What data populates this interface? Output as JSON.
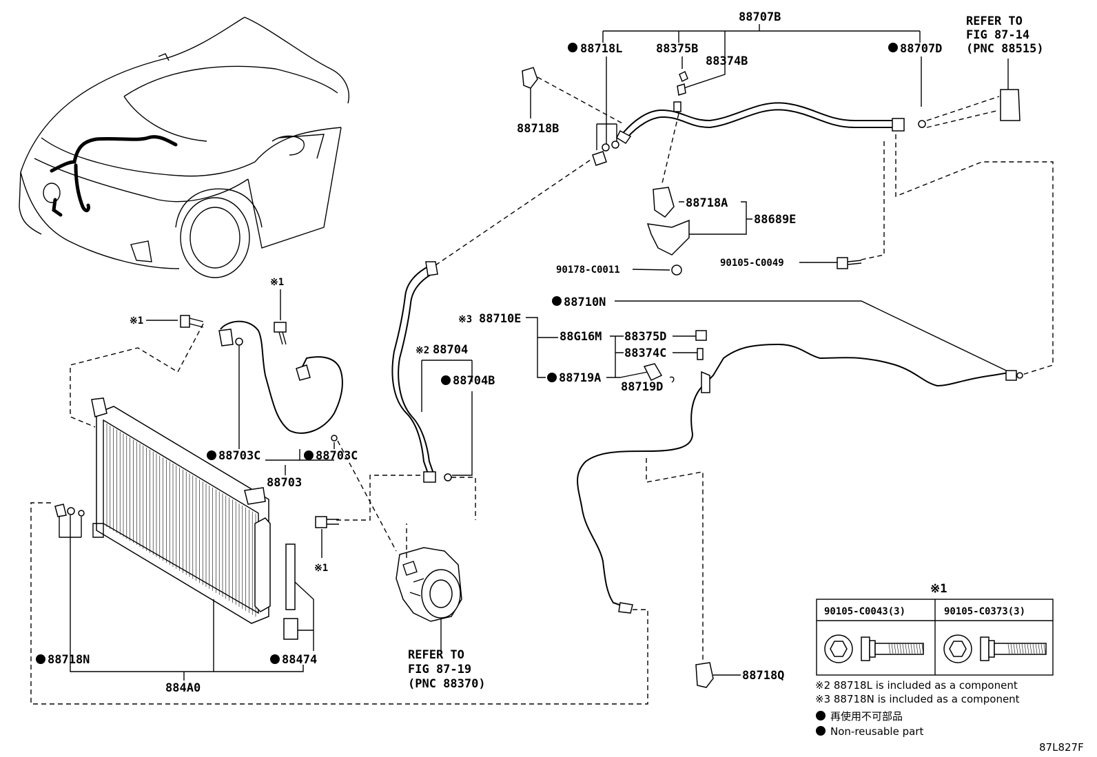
{
  "labels": {
    "p88707B": "88707B",
    "p88718L": "88718L",
    "p88375B": "88375B",
    "p88374B": "88374B",
    "p88707D": "88707D",
    "refer_1": "REFER TO",
    "refer_1b": "FIG 87-14",
    "refer_1c": "(PNC 88515)",
    "p88718B": "88718B",
    "p88718A": "88718A",
    "p88689E": "88689E",
    "p90178": "90178-C0011",
    "p90105_49": "90105-C0049",
    "p88710N": "88710N",
    "p88710E": "88710E",
    "mark3": "※3",
    "p88G16M": "88G16M",
    "p88375D": "88375D",
    "p88374C": "88374C",
    "p88719A": "88719A",
    "p88719D": "88719D",
    "mark1a": "※1",
    "mark1b": "※1",
    "mark1c": "※1",
    "mark2": "※2",
    "p88704": "88704",
    "p88704B": "88704B",
    "p88703C_a": "88703C",
    "p88703C_b": "88703C",
    "p88703": "88703",
    "refer_2": "REFER TO",
    "refer_2b": "FIG 87-19",
    "refer_2c": "(PNC 88370)",
    "p88718N": "88718N",
    "p884A0": "884A0",
    "p88474": "88474",
    "p88718Q": "88718Q",
    "diagram_code": "87L827F"
  },
  "table": {
    "heading": "※1",
    "col1": "90105-C0043(3)",
    "col2": "90105-C0373(3)"
  },
  "notes": {
    "note2": "※2 88718L is included as a component",
    "note3": "※3 88718N is included as a component",
    "legend_jp": "再使用不可部品",
    "legend_en": "Non-reusable part"
  }
}
